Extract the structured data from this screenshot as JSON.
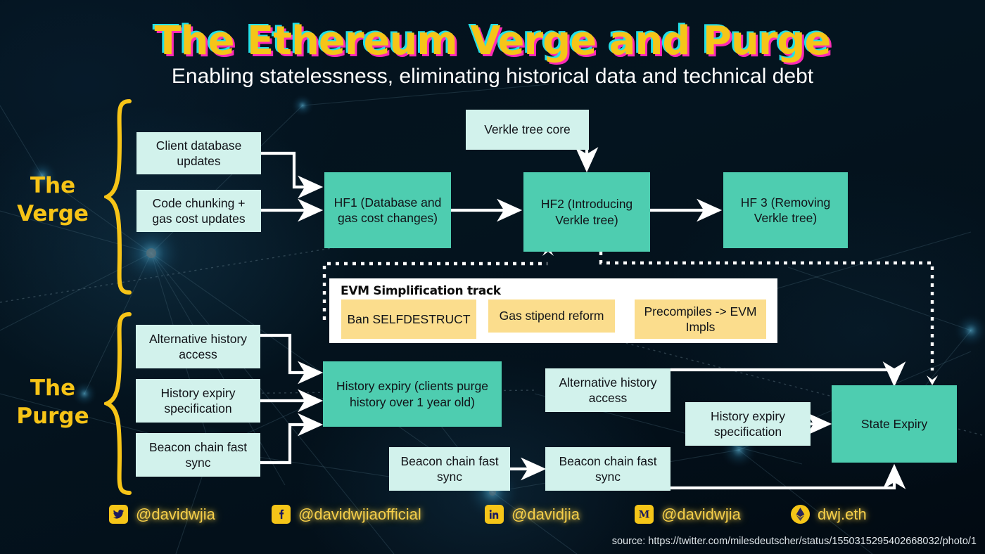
{
  "header": {
    "title": "The Ethereum Verge and Purge",
    "subtitle": "Enabling statelessness, eliminating historical data and technical debt",
    "title_color": "#f5c518",
    "title_shadow_cyan": "#22e0e8",
    "title_shadow_magenta": "#ff2bb5"
  },
  "sections": [
    {
      "id": "verge",
      "label_line1": "The",
      "label_line2": "Verge",
      "color": "#f7c417"
    },
    {
      "id": "purge",
      "label_line1": "The",
      "label_line2": "Purge",
      "color": "#f7c417"
    }
  ],
  "palette": {
    "mint": "#d2f2ec",
    "teal": "#4ecdb0",
    "yellow_box": "#fbdd8d",
    "panel_white": "#ffffff",
    "background": "#03111c",
    "arrow": "#ffffff",
    "brace": "#f7c417"
  },
  "verge_nodes": [
    {
      "id": "client-db-updates",
      "label": "Client database updates",
      "style": "mint"
    },
    {
      "id": "code-chunking",
      "label": "Code chunking + gas cost updates",
      "style": "mint"
    },
    {
      "id": "verkle-tree-core",
      "label": "Verkle tree core",
      "style": "mint"
    },
    {
      "id": "hf1",
      "label": "HF1 (Database and gas cost changes)",
      "style": "teal"
    },
    {
      "id": "hf2",
      "label": "HF2 (Introducing Verkle tree)",
      "style": "teal"
    },
    {
      "id": "hf3",
      "label": "HF 3 (Removing Verkle tree)",
      "style": "teal"
    }
  ],
  "evm_panel": {
    "title": "EVM Simplification track",
    "items": [
      {
        "id": "ban-selfdestruct",
        "label": "Ban SELFDESTRUCT"
      },
      {
        "id": "gas-stipend-reform",
        "label": "Gas stipend reform"
      },
      {
        "id": "precompiles-evm-impls",
        "label": "Precompiles -> EVM Impls"
      }
    ]
  },
  "purge_nodes": [
    {
      "id": "alt-history-access-left",
      "label": "Alternative history access",
      "style": "mint"
    },
    {
      "id": "history-expiry-spec-left",
      "label": "History expiry specification",
      "style": "mint"
    },
    {
      "id": "beacon-fast-sync-left",
      "label": "Beacon chain fast sync",
      "style": "mint"
    },
    {
      "id": "history-expiry",
      "label": "History expiry (clients purge history over 1 year old)",
      "style": "teal"
    },
    {
      "id": "alt-history-access-mid",
      "label": "Alternative history access",
      "style": "mint"
    },
    {
      "id": "history-expiry-spec-mid",
      "label": "History expiry specification",
      "style": "mint"
    },
    {
      "id": "beacon-fast-sync-mid",
      "label": "Beacon chain fast sync",
      "style": "mint"
    },
    {
      "id": "beacon-fast-sync-mid2",
      "label": "Beacon chain fast sync",
      "style": "mint"
    },
    {
      "id": "state-expiry",
      "label": "State Expiry",
      "style": "teal"
    }
  ],
  "footer": {
    "socials": [
      {
        "icon": "twitter-icon",
        "handle": "@davidwjia"
      },
      {
        "icon": "facebook-icon",
        "handle": "@davidwjiaofficial"
      },
      {
        "icon": "linkedin-icon",
        "handle": "@davidjia"
      },
      {
        "icon": "medium-icon",
        "handle": "@davidwjia"
      },
      {
        "icon": "ethereum-icon",
        "handle": "dwj.eth"
      }
    ],
    "source": "source: https://twitter.com/milesdeutscher/status/1550315295402668032/photo/1"
  }
}
